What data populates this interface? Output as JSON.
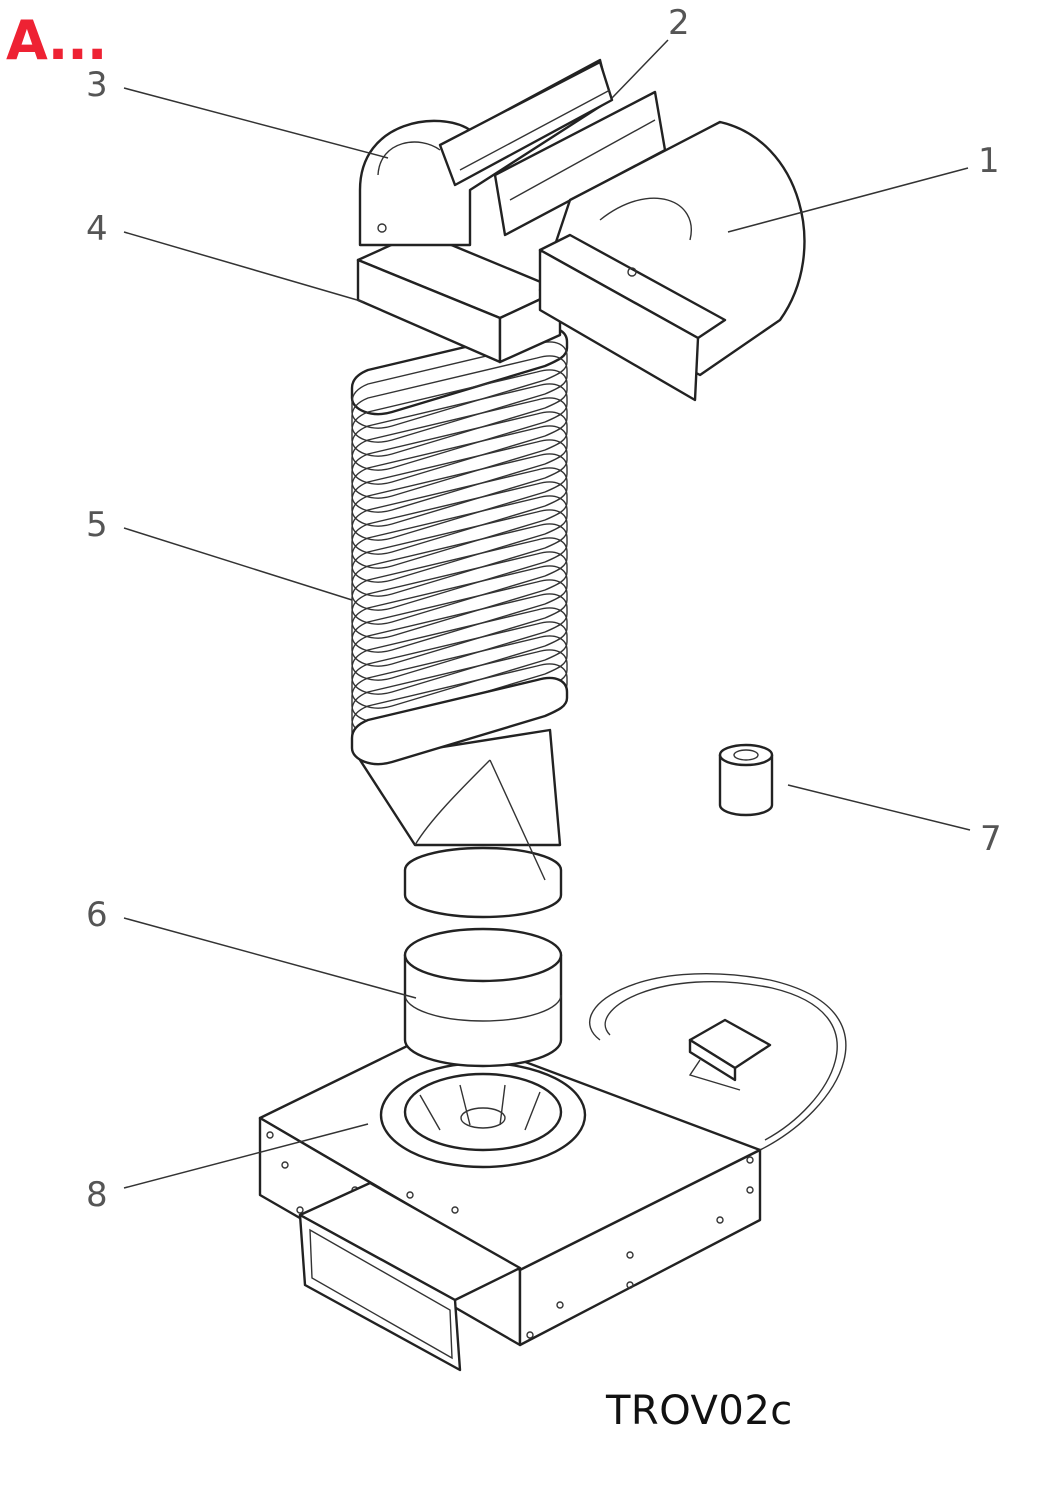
{
  "brand": {
    "text": "A...",
    "color": "#ee2233"
  },
  "drawing_code": "TROV02c",
  "callouts": [
    {
      "id": "1",
      "label": "1"
    },
    {
      "id": "2",
      "label": "2"
    },
    {
      "id": "3",
      "label": "3"
    },
    {
      "id": "4",
      "label": "4"
    },
    {
      "id": "5",
      "label": "5"
    },
    {
      "id": "6",
      "label": "6"
    },
    {
      "id": "7",
      "label": "7"
    },
    {
      "id": "8",
      "label": "8"
    }
  ]
}
